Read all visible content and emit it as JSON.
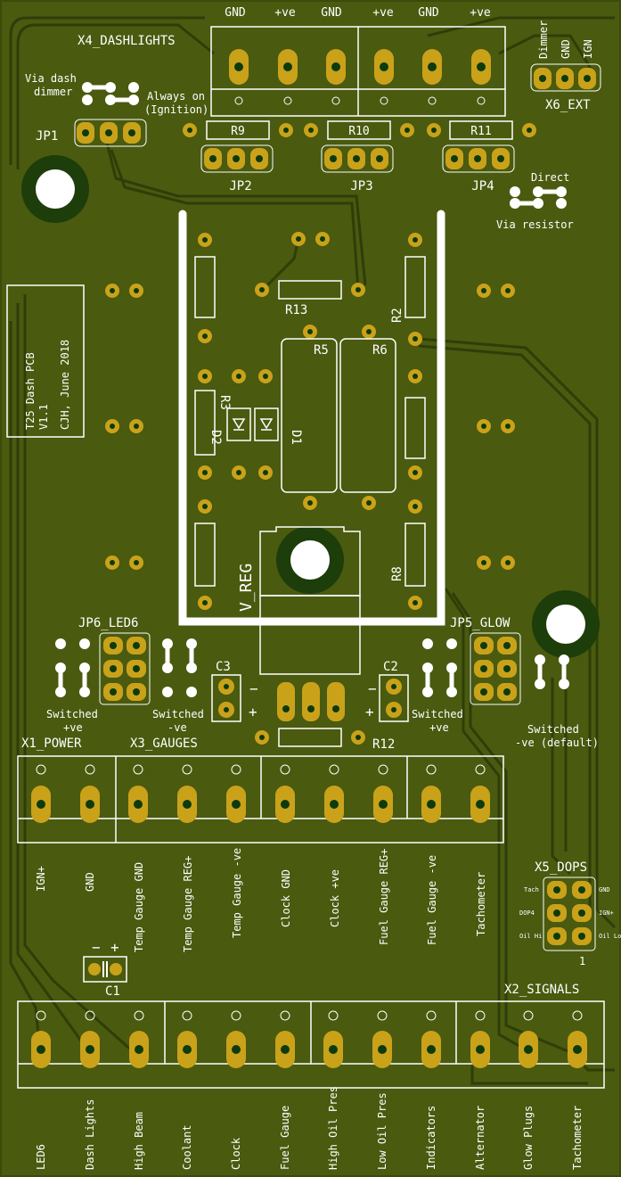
{
  "colors": {
    "board": "#4a5a0f",
    "copper_trace": "#2b3a08",
    "silk": "#ffffff",
    "pad": "#c9a21a",
    "hole": "#0d3b0d",
    "drill": "#ffffff"
  },
  "top_header": {
    "labels": [
      "GND",
      "+ve",
      "GND",
      "+ve",
      "GND",
      "+ve"
    ],
    "connector": "X4_DASHLIGHTS"
  },
  "x6_ext": {
    "labels": [
      "Dimmer",
      "GND",
      "IGN"
    ],
    "ref": "X6_EXT"
  },
  "jp1": {
    "ref": "JP1",
    "note_left": [
      "Via dash",
      "dimmer"
    ],
    "note_right": [
      "Always on",
      "(Ignition)"
    ]
  },
  "resistors_top": [
    "R9",
    "R10",
    "R11"
  ],
  "jumpers_top": [
    "JP2",
    "JP3",
    "JP4"
  ],
  "jp_direct": {
    "direct": "Direct",
    "via": "Via resistor"
  },
  "center": {
    "r13": "R13",
    "r2": "R2",
    "r5": "R5",
    "r6": "R6",
    "r3": "R3",
    "d1": "D1",
    "d2": "D2",
    "r8": "R8",
    "vreg": "V_REG",
    "r12": "R12"
  },
  "pcb_info": [
    "T25 Dash PCB",
    "V1.1",
    "CJH, June 2018"
  ],
  "jp6": {
    "ref": "JP6_LED6",
    "left_label": [
      "Switched",
      "+ve"
    ],
    "right_label": [
      "Switched",
      "-ve"
    ]
  },
  "jp5": {
    "ref": "JP5_GLOW",
    "left_label": [
      "Switched",
      "+ve"
    ],
    "right_label": [
      "Switched",
      "-ve (default)"
    ]
  },
  "caps": {
    "c3": "C3",
    "c2": "C2",
    "c1": "C1",
    "minus": "−",
    "plus": "+"
  },
  "x1": {
    "ref": "X1_POWER",
    "pins": [
      "IGN+",
      "GND"
    ]
  },
  "x3": {
    "ref": "X3_GAUGES",
    "pins": [
      "Temp Gauge GND",
      "Temp Gauge REG+",
      "Temp Gauge -ve",
      "Clock GND",
      "Clock +ve",
      "Fuel Gauge REG+",
      "Fuel Gauge -ve",
      "Tachometer"
    ]
  },
  "x5": {
    "ref": "X5_DOPS",
    "left": [
      "Tach",
      "DOP4",
      "Oil Hi"
    ],
    "right": [
      "GND",
      "IGN+",
      "Oil Lo"
    ],
    "pin1": "1"
  },
  "x2": {
    "ref": "X2_SIGNALS",
    "pins": [
      "LED6",
      "Dash Lights",
      "High Beam",
      "Coolant",
      "Clock",
      "Fuel Gauge",
      "High Oil Pres",
      "Low Oil Pres",
      "Indicators",
      "Alternator",
      "Glow Plugs",
      "Tachometer"
    ]
  }
}
